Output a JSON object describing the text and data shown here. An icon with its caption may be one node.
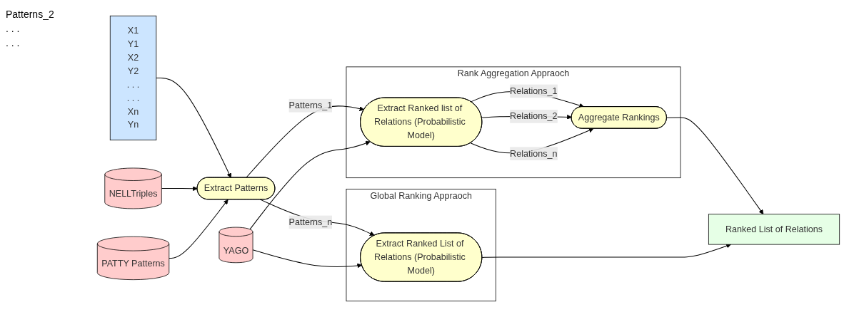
{
  "diagram": {
    "nodes": [
      {
        "text": [
          "X1",
          "Y1",
          "X2",
          "Y2",
          ". . .",
          ". . .",
          "Xn",
          "Yn"
        ]
      },
      {
        "text": [
          "NELLTriples"
        ]
      },
      {
        "text": [
          "Extract Patterns"
        ]
      },
      {
        "text": [
          "PATTY Patterns"
        ]
      },
      {
        "text": [
          "Rank Aggregation Appraoch"
        ]
      },
      {
        "text": [
          "Extract Ranked list of Relations (Probabilistic Model)"
        ],
        "in": 4
      },
      {
        "text": [
          "Aggregate Rankings"
        ],
        "in": 4
      },
      {
        "text": [
          "YAGO"
        ]
      },
      {
        "text": [
          "Global Ranking Appraoch"
        ]
      },
      {
        "text": [
          "Extract Ranked List of Relations (Probabilistic Model)"
        ],
        "in": 8
      },
      {
        "text": [
          "Ranked List of Relations"
        ]
      }
    ],
    "edges": [
      {
        "from": 0,
        "to": 2,
        "arrow": "to"
      },
      {
        "from": 1,
        "to": 2,
        "arrow": "to"
      },
      {
        "from": 3,
        "to": 2,
        "arrow": "to"
      },
      {
        "from": 2,
        "to": 5,
        "arrow": "to",
        "label": "Patterns_1"
      },
      {
        "from": 2,
        "to": 9,
        "arrow": "to",
        "label": "Patterns_n"
      },
      {
        "from": 5,
        "to": 6,
        "arrow": "to",
        "label": "Relations_1"
      },
      {
        "from": 5,
        "to": 6,
        "arrow": "to",
        "label": "Relations_2"
      },
      {
        "from": 5,
        "to": 6,
        "arrow": "to",
        "label": "Relations_n"
      },
      {
        "from": 7,
        "to": 5,
        "arrow": "to"
      },
      {
        "from": 7,
        "to": 9,
        "arrow": "to"
      },
      {
        "from": 6,
        "to": 10,
        "arrow": "to"
      },
      {
        "from": 9,
        "to": 10,
        "arrow": "to"
      }
    ],
    "labels": [
      "Patterns_2",
      ". . .",
      ". . ."
    ]
  }
}
